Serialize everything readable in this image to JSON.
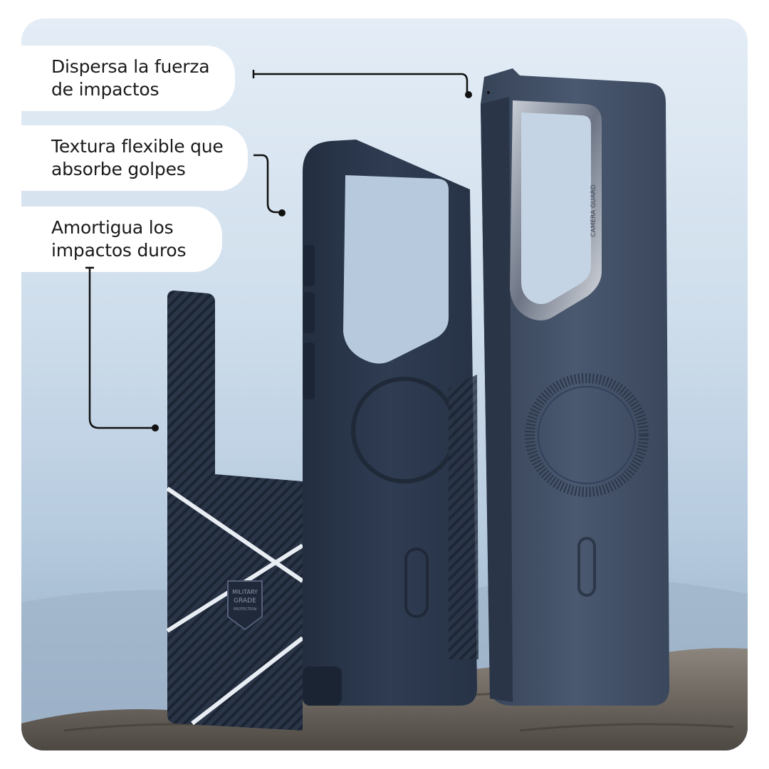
{
  "callouts": [
    {
      "line1": "Dispersa la fuerza",
      "line2": "de impactos"
    },
    {
      "line1": "Textura flexible que",
      "line2": "absorbe golpes"
    },
    {
      "line1": "Amortigua los",
      "line2": "impactos duros"
    }
  ],
  "product": {
    "camera_text": "CAMERA GUARD",
    "badge_line1": "MILITARY",
    "badge_line2": "GRADE",
    "badge_line3": "PROTECTION"
  },
  "colors": {
    "case_dark": "#2c3a4f",
    "case_back": "#3d4b62",
    "sky_top": "#e4edf6",
    "rock": "#6f6760",
    "label_bg": "#ffffff",
    "label_text": "#1a1a1a"
  }
}
